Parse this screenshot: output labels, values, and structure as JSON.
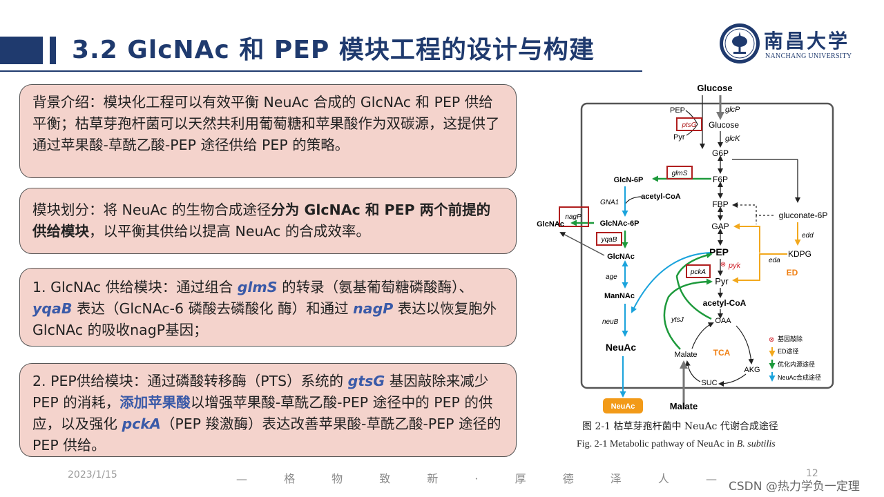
{
  "header": {
    "title": "3.2 GlcNAc 和 PEP 模块工程的设计与构建",
    "logo_cn": "南昌大学",
    "logo_en": "NANCHANG UNIVERSITY"
  },
  "box1": {
    "text": "背景介绍：模块化工程可以有效平衡 NeuAc 合成的 GlcNAc 和 PEP 供给平衡；枯草芽孢杆菌可以天然共利用葡萄糖和苹果酸作为双碳源，这提供了通过苹果酸-草酰乙酸-PEP 途径供给 PEP 的策略。"
  },
  "box2": {
    "prefix": "模块划分：将 NeuAc 的生物合成途径",
    "bold": "分为 GlcNAc 和 PEP 两个前提的供给模块",
    "suffix": "，以平衡其供给以提高 NeuAc 的合成效率。"
  },
  "box3": {
    "p1": "1. GlcNAc 供给模块：通过组合 ",
    "g1": "glmS",
    "p2": " 的转录（氨基葡萄糖磷酸酶）、",
    "g2": "yqaB",
    "p3": " 表达（GlcNAc-6 磷酸去磷酸化 酶）和通过 ",
    "g3": "nagP",
    "p4": " 表达以恢复胞外 GlcNAc 的吸收nagP基因；"
  },
  "box4": {
    "p1": "2. PEP供给模块：通过磷酸转移酶（PTS）系统的 ",
    "g1": "gtsG",
    "p2": " 基因敲除来减少 PEP 的消耗，",
    "h1": "添加苹果酸",
    "p3": "以增强苹果酸-草酰乙酸-PEP 途径中的 PEP 的供应，以及强化 ",
    "g2": "pckA",
    "p4": "（PEP 羧激酶）表达改善苹果酸-草酰乙酸-PEP 途径的 PEP 供给。"
  },
  "figure": {
    "caption_cn": "图 2-1  枯草芽孢杆菌中 NeuAc 代谢合成途径",
    "caption_en_prefix": "Fig. 2-1 Metabolic pathway of NeuAc in ",
    "caption_en_italic": "B. subtilis",
    "nodes": {
      "glucose_top": "Glucose",
      "pep_small": "PEP",
      "ptsg": "ptsG",
      "pyr_small": "Pyr",
      "glucose_in": "Glucose",
      "glcp": "glcP",
      "glck": "glcK",
      "g6p": "G6P",
      "f6p": "F6P",
      "fbp": "FBP",
      "gap": "GAP",
      "pep": "PEP",
      "pyk": "pyk",
      "pyr": "Pyr",
      "acetyl_coa": "acetyl-CoA",
      "oaa": "OAA",
      "tca": "TCA",
      "malate": "Malate",
      "akg": "AKG",
      "suc": "SUC",
      "malate_bottom": "Malate",
      "gluconate": "gluconate-6P",
      "edd": "edd",
      "kdpg": "KDPG",
      "eda": "eda",
      "ed": "ED",
      "glms": "glmS",
      "glcn6p": "GlcN-6P",
      "acetyl_coa_left": "acetyl-CoA",
      "gna1": "GNA1",
      "glcnac6p": "GlcNAc-6P",
      "nagp": "nagP",
      "glcnac_out": "GlcNAc",
      "yqab": "yqaB",
      "glcnac": "GlcNAc",
      "age": "age",
      "mannac": "ManNAc",
      "neub": "neuB",
      "neuac": "NeuAc",
      "neuac_out": "NeuAc",
      "pcka": "pckA",
      "ytsj": "ytsJ"
    },
    "legend": {
      "knockout": "基因敲除",
      "ed": "ED途径",
      "optimize": "优化内源途径",
      "neuac": "NeuAc合成途径"
    },
    "colors": {
      "green": "#1e9a3c",
      "blue": "#1aa3dc",
      "orange": "#f2a81d",
      "red_box": "#b01e1e",
      "neuac_badge": "#f29a18"
    }
  },
  "footer": {
    "date": "2023/1/15",
    "motto": "— 格 物 致 新 · 厚 德 泽 人 —",
    "page": "12",
    "watermark": "CSDN @热力学负一定理"
  }
}
